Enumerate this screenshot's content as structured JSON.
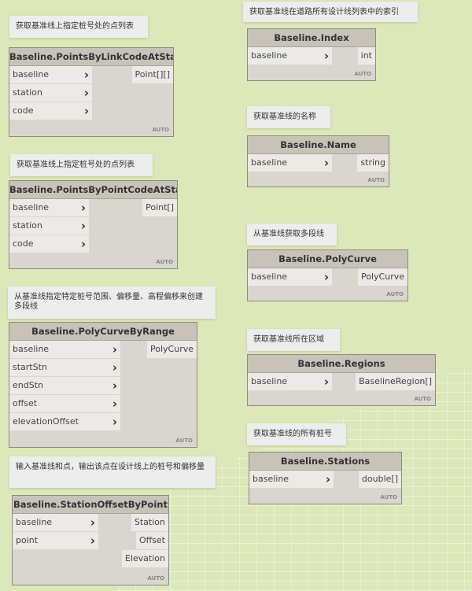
{
  "notes": [
    "获取基准线上指定桩号处的点列表",
    "获取基准线上指定桩号处的点列表",
    "从基准线指定特定桩号范围、偏移量、高程偏移来创建多段线",
    "输入基准线和点，输出该点在设计线上的桩号和偏移量",
    "获取基准线在道路所有设计线列表中的索引",
    "获取基准线的名称",
    "从基准线获取多段线",
    "获取基准线所在区域",
    "获取基准线的所有桩号"
  ],
  "nodes": [
    {
      "title": "Baseline.PointsByLinkCodeAtStation",
      "inputs": [
        "baseline",
        "station",
        "code"
      ],
      "outputs": [
        "Point[][]"
      ],
      "lacing": "AUTO"
    },
    {
      "title": "Baseline.PointsByPointCodeAtStation",
      "inputs": [
        "baseline",
        "station",
        "code"
      ],
      "outputs": [
        "Point[]"
      ],
      "lacing": "AUTO"
    },
    {
      "title": "Baseline.PolyCurveByRange",
      "inputs": [
        "baseline",
        "startStn",
        "endStn",
        "offset",
        "elevationOffset"
      ],
      "outputs": [
        "PolyCurve"
      ],
      "lacing": "AUTO"
    },
    {
      "title": "Baseline.StationOffsetByPoint",
      "inputs": [
        "baseline",
        "point"
      ],
      "outputs": [
        "Station",
        "Offset",
        "Elevation"
      ],
      "lacing": "AUTO"
    },
    {
      "title": "Baseline.Index",
      "inputs": [
        "baseline"
      ],
      "outputs": [
        "int"
      ],
      "lacing": "AUTO"
    },
    {
      "title": "Baseline.Name",
      "inputs": [
        "baseline"
      ],
      "outputs": [
        "string"
      ],
      "lacing": "AUTO"
    },
    {
      "title": "Baseline.PolyCurve",
      "inputs": [
        "baseline"
      ],
      "outputs": [
        "PolyCurve"
      ],
      "lacing": "AUTO"
    },
    {
      "title": "Baseline.Regions",
      "inputs": [
        "baseline"
      ],
      "outputs": [
        "BaselineRegion[]"
      ],
      "lacing": "AUTO"
    },
    {
      "title": "Baseline.Stations",
      "inputs": [
        "baseline"
      ],
      "outputs": [
        "double[]"
      ],
      "lacing": "AUTO"
    }
  ],
  "colors": {
    "canvas": "#dce8b9",
    "node_header": "#c8c3b9",
    "node_body": "#d9d6cf",
    "note": "#ededed"
  },
  "icons": {
    "port_chevron": "chevron-right-icon"
  }
}
